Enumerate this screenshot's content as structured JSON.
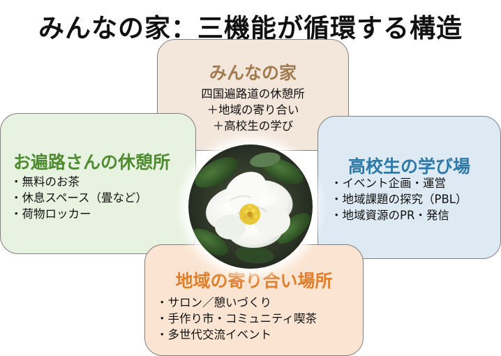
{
  "title": "みんなの家：三機能が循環する構造",
  "center": {
    "title": "みんなの家",
    "lines": [
      "四国遍路道の休憩所",
      "＋地域の寄り合い",
      "＋高校生の学び"
    ]
  },
  "left": {
    "title": "お遍路さんの休憩所",
    "items": [
      "無料のお茶",
      "休息スペース（畳など）",
      "荷物ロッカー"
    ]
  },
  "right": {
    "title": "高校生の学び場",
    "items": [
      "イベント企画・運営",
      "地域課題の探究（PBL）",
      "地域資源のPR・発信"
    ]
  },
  "bottom": {
    "title": "地域の寄り合い場所",
    "items": [
      "サロン／憩いづくり",
      "手作り市・コミュニティ喫茶",
      "多世代交流イベント"
    ]
  },
  "colors": {
    "center_title": "#a07b4f",
    "left_title": "#4f8b31",
    "right_title": "#2d79a8",
    "bottom_title": "#df7f2b",
    "center_bg": "#f3e7dc",
    "left_bg": "#e8f2e0",
    "right_bg": "#ddeaf3",
    "bottom_bg": "#fbe5d2"
  },
  "image": {
    "icon": "white-camellia-flower-photo"
  }
}
